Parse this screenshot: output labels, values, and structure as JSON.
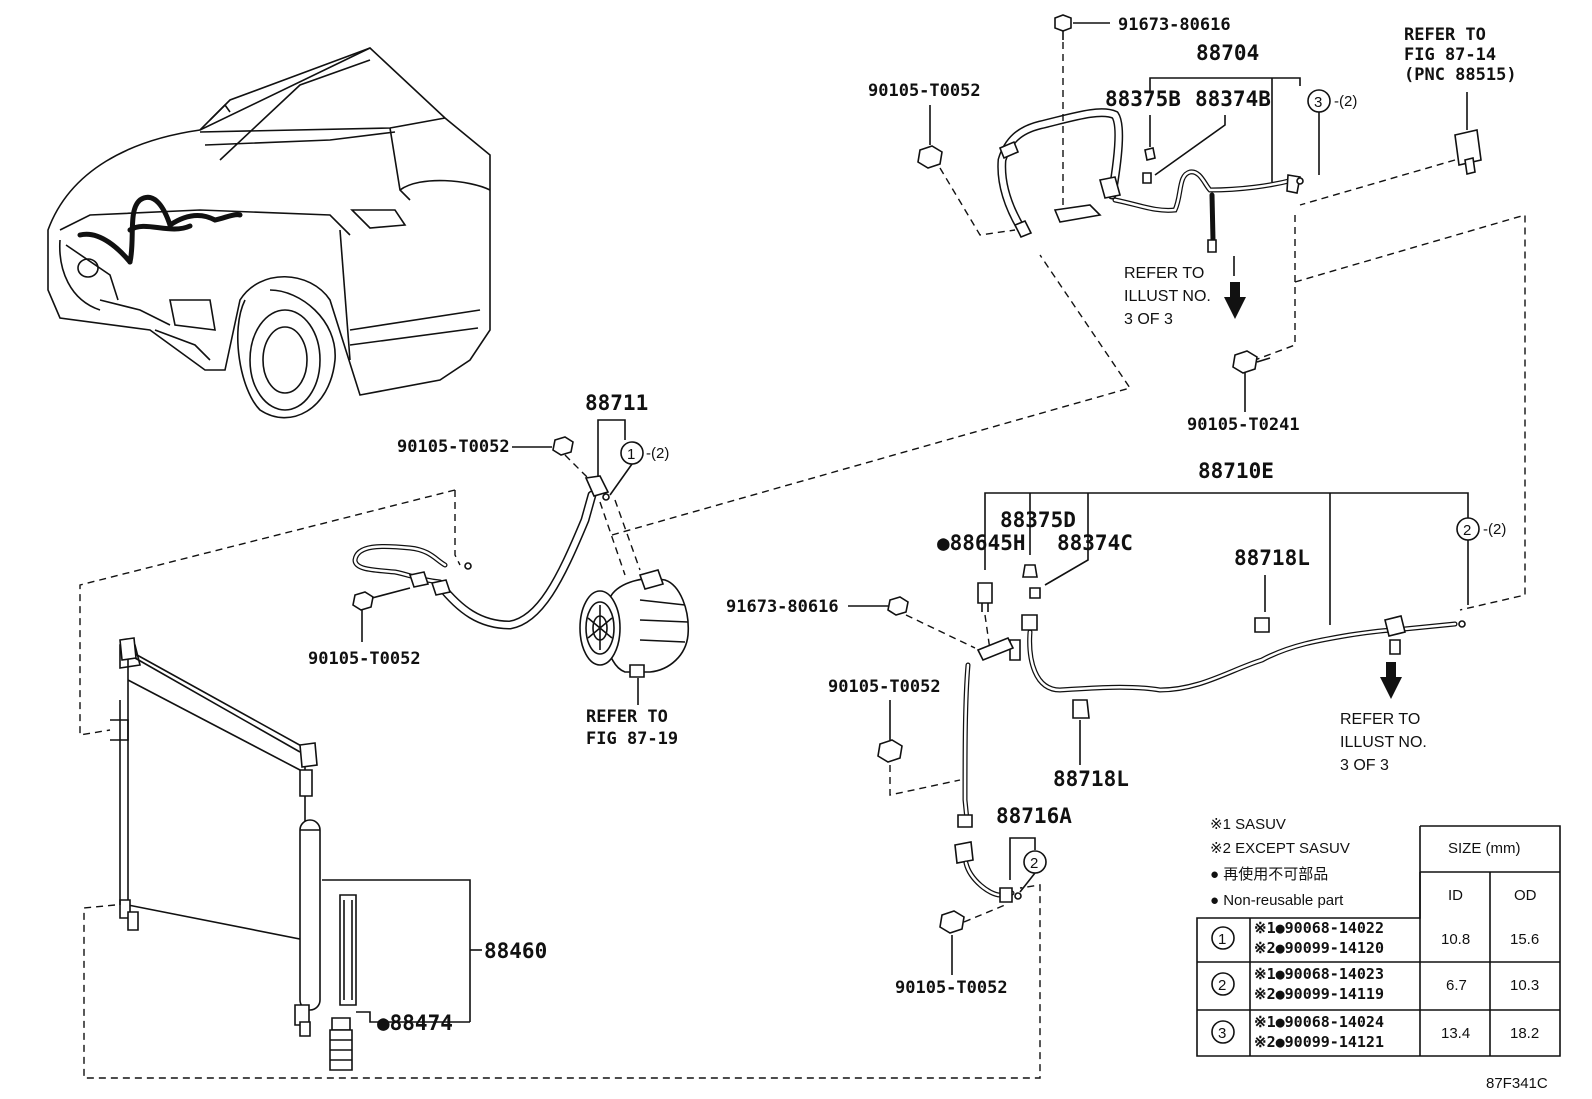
{
  "diagram_code": "87F341C",
  "labels": {
    "bolt_top": "91673-80616",
    "hose_88704": "88704",
    "p88375b": "88375B",
    "p88374b": "88374B",
    "circle3_qty": "-(2)",
    "refer_fig_87_14_l1": "REFER TO",
    "refer_fig_87_14_l2": "FIG 87-14",
    "refer_fig_87_14_l3": "(PNC 88515)",
    "bolt_90105_a": "90105-T0052",
    "refer_illust_a_l1": "REFER TO",
    "refer_illust_a_l2": "ILLUST NO.",
    "refer_illust_a_l3": "3 OF 3",
    "bolt_90105_t0241": "90105-T0241",
    "hose_88711": "88711",
    "bolt_90105_b": "90105-T0052",
    "circle1_qty": "-(2)",
    "bolt_90105_c": "90105-T0052",
    "refer_fig_87_19_l1": "REFER TO",
    "refer_fig_87_19_l2": "FIG 87-19",
    "tube_88710e": "88710E",
    "p88375d": "88375D",
    "p88645h": "●88645H",
    "p88374c": "88374C",
    "p88718l_a": "88718L",
    "circle2_qty": "-(2)",
    "bolt_91673_b": "91673-80616",
    "bolt_90105_d": "90105-T0052",
    "p88718l_b": "88718L",
    "refer_illust_b_l1": "REFER TO",
    "refer_illust_b_l2": "ILLUST NO.",
    "refer_illust_b_l3": "3 OF 3",
    "tube_88716a": "88716A",
    "condenser_88460": "88460",
    "p88474": "●88474",
    "bolt_90105_e": "90105-T0052"
  },
  "legend": {
    "note1": "※1 SASUV",
    "note2": "※2 EXCEPT SASUV",
    "jp_note": "● 再使用不可部品",
    "en_note": "● Non-reusable part",
    "size_header": "SIZE (mm)",
    "col_id": "ID",
    "col_od": "OD",
    "rows": [
      {
        "marker": "1",
        "part1": "※1●90068-14022",
        "part2": "※2●90099-14120",
        "id": "10.8",
        "od": "15.6"
      },
      {
        "marker": "2",
        "part1": "※1●90068-14023",
        "part2": "※2●90099-14119",
        "id": "6.7",
        "od": "10.3"
      },
      {
        "marker": "3",
        "part1": "※1●90068-14024",
        "part2": "※2●90099-14121",
        "id": "13.4",
        "od": "18.2"
      }
    ]
  },
  "circle_markers": {
    "c1": "1",
    "c2": "2",
    "c3": "3"
  }
}
